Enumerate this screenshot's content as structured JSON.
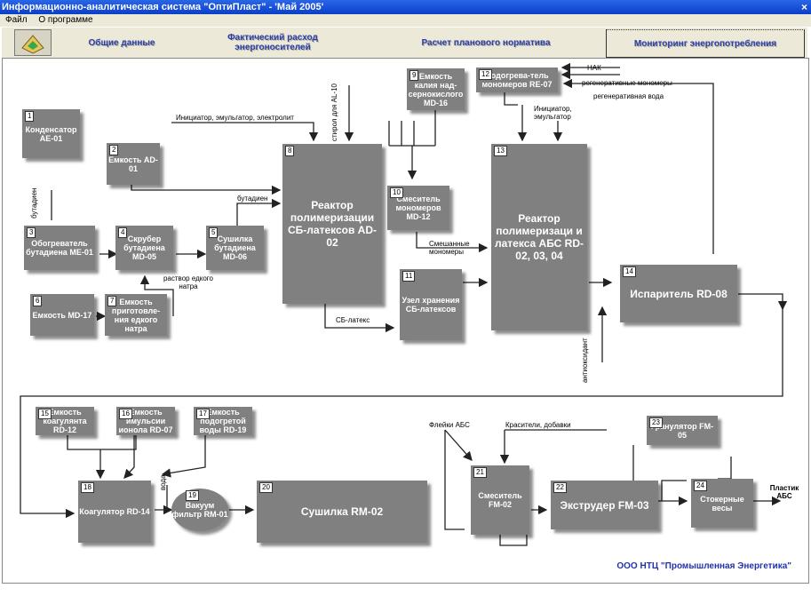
{
  "window": {
    "title": "Информационно-аналитическая система \"ОптиПласт\" - 'Май 2005'",
    "close_glyph": "×"
  },
  "menu": {
    "items": [
      "Файл",
      "О программе"
    ]
  },
  "toolbar": {
    "logo_icon": "system-logo-icon",
    "tabs": [
      {
        "label": "Общие данные"
      },
      {
        "label": "Фактический расход энергоносителей"
      },
      {
        "label": "Расчет планового норматива"
      },
      {
        "label": "Мониторинг энергопотребления"
      }
    ]
  },
  "nodes": {
    "n1": {
      "num": "1",
      "label": "Конденсатор AE-01"
    },
    "n2": {
      "num": "2",
      "label": "Емкость AD-01"
    },
    "n3": {
      "num": "3",
      "label": "Обогреватель бутадиена ME-01"
    },
    "n4": {
      "num": "4",
      "label": "Скрубер бутадиена MD-05"
    },
    "n5": {
      "num": "5",
      "label": "Сушилка бутадиена MD-06"
    },
    "n6": {
      "num": "6",
      "label": "Емкость MD-17"
    },
    "n7": {
      "num": "7",
      "label": "Емкость приготовле-ния едкого натра"
    },
    "n8": {
      "num": "8",
      "label": "Реактор полимеризации СБ-латексов AD-02"
    },
    "n9": {
      "num": "9",
      "label": "Емкость калия над-сернокислого MD-16"
    },
    "n10": {
      "num": "10",
      "label": "Смеситель мономеров MD-12"
    },
    "n11": {
      "num": "11",
      "label": "Узел хранения СБ-латексов"
    },
    "n12": {
      "num": "12",
      "label": "Подогрева-тель мономеров RE-07"
    },
    "n13": {
      "num": "13",
      "label": "Реактор полимеризаци и латекса АБС RD-02, 03, 04"
    },
    "n14": {
      "num": "14",
      "label": "Испаритель RD-08"
    },
    "n15": {
      "num": "15",
      "label": "Емкость коагулянта RD-12"
    },
    "n16": {
      "num": "16",
      "label": "Емкость имульсии ионола RD-07"
    },
    "n17": {
      "num": "17",
      "label": "Емкость подогретой воды RD-19"
    },
    "n18": {
      "num": "18",
      "label": "Коагулятор RD-14"
    },
    "n19": {
      "num": "19",
      "label": "Вакуум фильтр RM-01"
    },
    "n20": {
      "num": "20",
      "label": "Сушилка RM-02"
    },
    "n21": {
      "num": "21",
      "label": "Смеситель FM-02"
    },
    "n22": {
      "num": "22",
      "label": "Экструдер FM-03"
    },
    "n23": {
      "num": "23",
      "label": "Гранулятор FM-05"
    },
    "n24": {
      "num": "24",
      "label": "Стокерные весы"
    }
  },
  "labels": {
    "initiator": "Инициатор, эмульгатор, электролит",
    "styrol": "стирол для AL-10",
    "butadiene_v": "бутадиен",
    "butadiene_h": "бутадиен",
    "naoh": "раствор едкого натра",
    "sb_latex": "СБ-латекс",
    "nak": "НАК",
    "regen_monomers": "регенеративные мономеры",
    "regen_water": "регенеративная вода",
    "initiator2": "Инициатор, эмульгатор",
    "mixed": "Смешанные мономеры",
    "antioxidant": "антиоксидант",
    "flakes": "Флейки АБС",
    "dyes": "Красители, добавки",
    "water": "вода",
    "product": "Пластик АБС"
  },
  "footer": {
    "text": "ООО НТЦ \"Промышленная Энергетика\""
  }
}
